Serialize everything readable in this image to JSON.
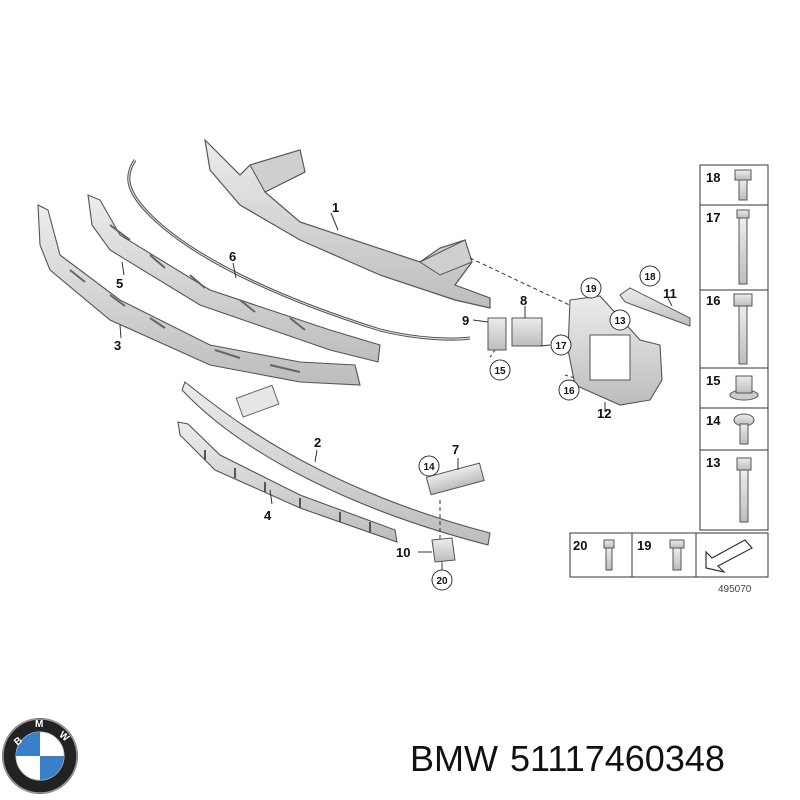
{
  "parts": {
    "p1": "1",
    "p2": "2",
    "p3": "3",
    "p4": "4",
    "p5": "5",
    "p6": "6",
    "p7": "7",
    "p8": "8",
    "p9": "9",
    "p10": "10",
    "p11": "11",
    "p12": "12",
    "c13": "13",
    "c14": "14",
    "c15": "15",
    "c16": "16",
    "c18": "18",
    "c19": "19",
    "c20": "20"
  },
  "sidebar": [
    "18",
    "17",
    "16",
    "15",
    "14",
    "13"
  ],
  "bottom_table": [
    "20",
    "19"
  ],
  "diagram_ref": "495070",
  "caption": {
    "brand": "BMW",
    "part_number": "51117460348"
  },
  "colors": {
    "part_fill": "#d9d9d9",
    "part_stroke": "#555555",
    "line": "#333333"
  },
  "logo_icon": "bmw-roundel-icon"
}
